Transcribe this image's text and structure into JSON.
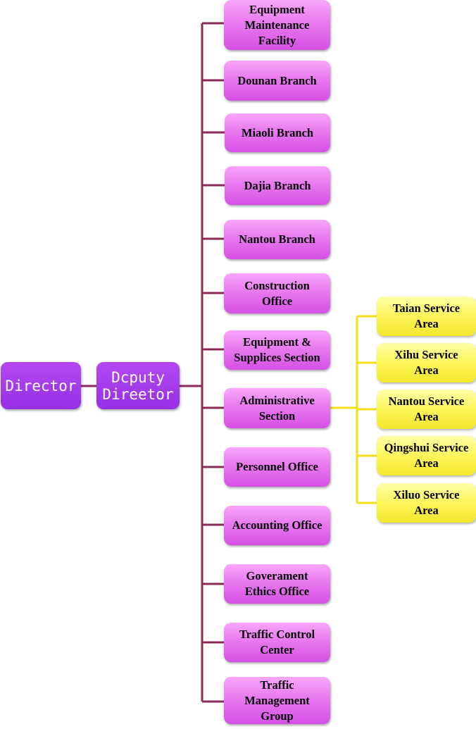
{
  "chart": {
    "director": "Director",
    "deputy": "Dcputy\nDireetor",
    "units": [
      "Equipment\nMaintenance\nFacility",
      "Dounan Branch",
      "Miaoli Branch",
      "Dajia Branch",
      "Nantou Branch",
      "Construction\nOffice",
      "Equipment &\nSupplices Section",
      "Administrative\nSection",
      "Personnel Office",
      "Accounting Office",
      "Goverament\nEthics Office",
      "Traffic Control\nCenter",
      "Traffic\nManagement\nGroup"
    ],
    "service_areas": [
      "Taian Service\nArea",
      "Xihu Service\nArea",
      "Nantou Service\nArea",
      "Qingshui Service\nArea",
      "Xiluo Service\nArea"
    ]
  },
  "colors": {
    "director_fill": "#9d35ea",
    "unit_fill": "#e97af0",
    "service_fill": "#fff55a",
    "main_connector": "#8b2a57",
    "service_connector": "#f2e11a"
  }
}
